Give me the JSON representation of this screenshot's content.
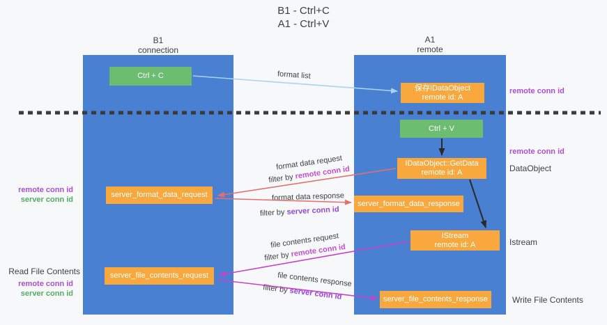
{
  "title": {
    "line1": "B1 - Ctrl+C",
    "line2": "A1 - Ctrl+V"
  },
  "columns": {
    "left": {
      "header_line1": "B1",
      "header_line2": "connection"
    },
    "right": {
      "header_line1": "A1",
      "header_line2": "remote"
    }
  },
  "boxes": {
    "ctrl_c": "Ctrl + C",
    "ctrl_v": "Ctrl + V",
    "save_obj_l1": "保存IDataObject",
    "save_obj_l2": "remote id: A",
    "getdata_l1": "IDataObject::GetData",
    "getdata_l2": "remote id: A",
    "istream_l1": "IStream",
    "istream_l2": "remote id: A",
    "server_format_data_request": "server_format_data_request",
    "server_format_data_response": "server_format_data_response",
    "server_file_contents_request": "server_file_contents_request",
    "server_file_contents_response": "server_file_contents_response"
  },
  "labels": {
    "format_list": "format list",
    "format_data_request": "format data request",
    "format_data_response": "format data response",
    "file_contents_request": "file contents request",
    "file_contents_response": "file contents response",
    "filter_by": "filter by ",
    "remote_conn_id": "remote conn id",
    "server_conn_id": "server conn id",
    "read_file_contents": "Read File Contents",
    "write_file_contents": "Write File Contents",
    "dataobject": "DataObject",
    "istream": "Istream"
  },
  "colors": {
    "background": "#f7f8f9",
    "column_blue": "#4a80d2",
    "box_green": "#6dbd70",
    "box_orange": "#f8a83c",
    "arrow_blue": "#a9d3f0",
    "arrow_salmon": "#e4706e",
    "arrow_magenta": "#c643c8",
    "arrow_black": "#2a2a2a",
    "dash_line": "#3a3a3a",
    "text_dark": "#3f3f3f",
    "text_purple": "#ab4fd3",
    "text_green": "#55ab62",
    "filter_remote": "#c44fd0",
    "filter_server": "#9348d8"
  }
}
